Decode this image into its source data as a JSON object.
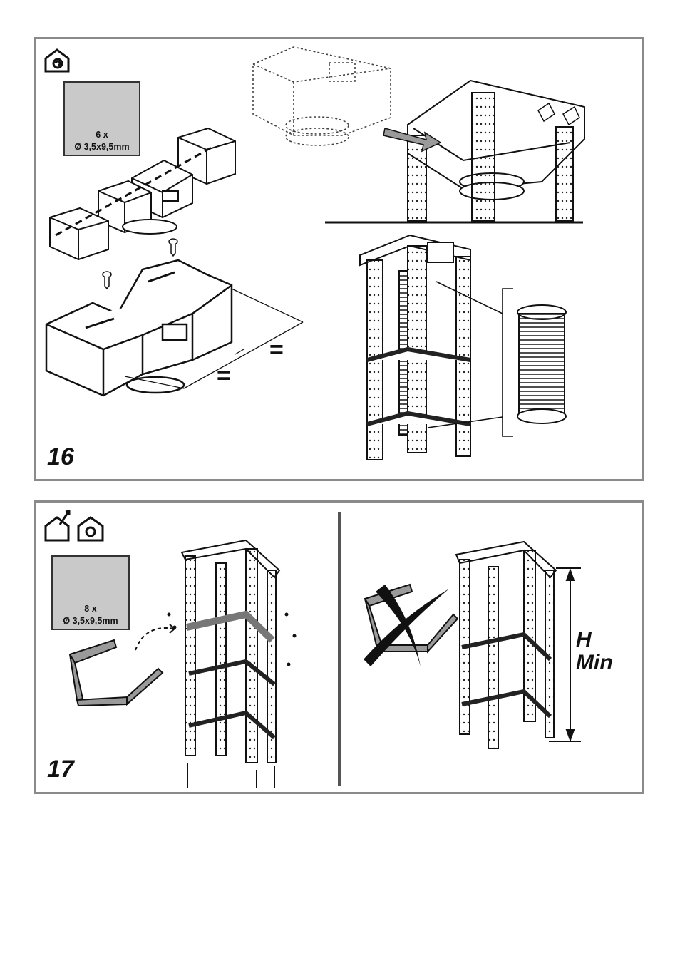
{
  "panels": [
    {
      "step": "16",
      "screw": {
        "qty": "6 x",
        "size": "Ø 3,5x9,5mm"
      },
      "equals": [
        "=",
        "="
      ],
      "icons": [
        "recirculation-house-icon"
      ]
    },
    {
      "step": "17",
      "screw": {
        "qty": "8 x",
        "size": "Ø 3,5x9,5mm"
      },
      "height_label": {
        "line1": "H",
        "line2": "Min"
      },
      "icons": [
        "exhaust-house-icon",
        "recirculation-house-icon"
      ]
    }
  ],
  "colors": {
    "frame": "#8a8a8a",
    "screwbox_bg": "#c9c9c9",
    "ink": "#111111",
    "shade": "#9a9a9a"
  }
}
